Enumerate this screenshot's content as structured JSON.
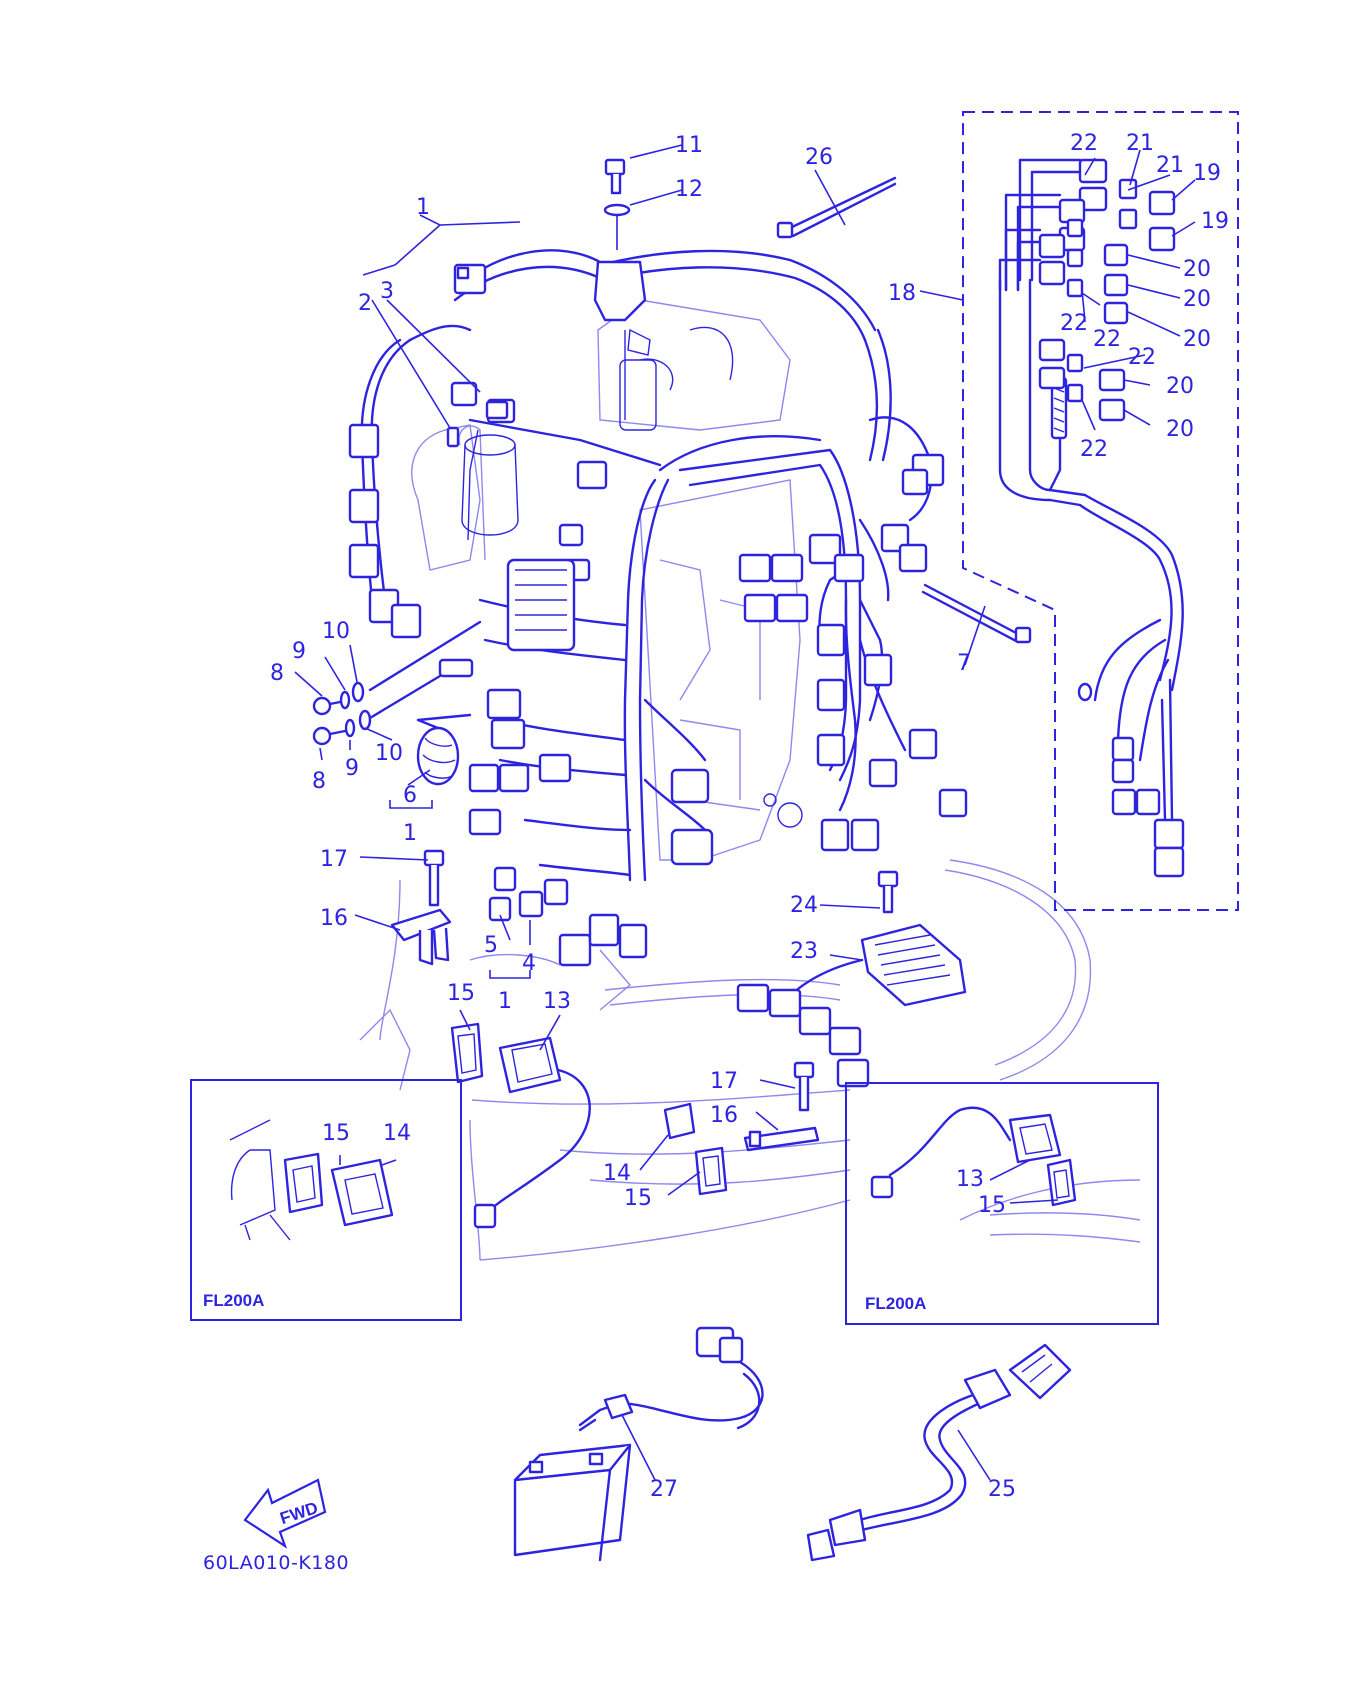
{
  "diagram": {
    "code": "60LA010-K180",
    "fwd_label": "FWD",
    "inset_left_label": "FL200A",
    "inset_right_label": "FL200A"
  },
  "colors": {
    "line": "#2e24e0",
    "background": "#ffffff"
  },
  "callouts": [
    {
      "id": "c1a",
      "text": "1"
    },
    {
      "id": "c2",
      "text": "2"
    },
    {
      "id": "c3",
      "text": "3"
    },
    {
      "id": "c4",
      "text": "4"
    },
    {
      "id": "c5",
      "text": "5"
    },
    {
      "id": "c1b",
      "text": "1"
    },
    {
      "id": "c6",
      "text": "6"
    },
    {
      "id": "c1c",
      "text": "1"
    },
    {
      "id": "c7",
      "text": "7"
    },
    {
      "id": "c8a",
      "text": "8"
    },
    {
      "id": "c8b",
      "text": "8"
    },
    {
      "id": "c9a",
      "text": "9"
    },
    {
      "id": "c9b",
      "text": "9"
    },
    {
      "id": "c10a",
      "text": "10"
    },
    {
      "id": "c10b",
      "text": "10"
    },
    {
      "id": "c11",
      "text": "11"
    },
    {
      "id": "c12",
      "text": "12"
    },
    {
      "id": "c13a",
      "text": "13"
    },
    {
      "id": "c13b",
      "text": "13"
    },
    {
      "id": "c14a",
      "text": "14"
    },
    {
      "id": "c14b",
      "text": "14"
    },
    {
      "id": "c15a",
      "text": "15"
    },
    {
      "id": "c15b",
      "text": "15"
    },
    {
      "id": "c15c",
      "text": "15"
    },
    {
      "id": "c15d",
      "text": "15"
    },
    {
      "id": "c16a",
      "text": "16"
    },
    {
      "id": "c16b",
      "text": "16"
    },
    {
      "id": "c17a",
      "text": "17"
    },
    {
      "id": "c17b",
      "text": "17"
    },
    {
      "id": "c18",
      "text": "18"
    },
    {
      "id": "c19a",
      "text": "19"
    },
    {
      "id": "c19b",
      "text": "19"
    },
    {
      "id": "c20a",
      "text": "20"
    },
    {
      "id": "c20b",
      "text": "20"
    },
    {
      "id": "c20c",
      "text": "20"
    },
    {
      "id": "c20d",
      "text": "20"
    },
    {
      "id": "c20e",
      "text": "20"
    },
    {
      "id": "c21a",
      "text": "21"
    },
    {
      "id": "c21b",
      "text": "21"
    },
    {
      "id": "c22a",
      "text": "22"
    },
    {
      "id": "c22b",
      "text": "22"
    },
    {
      "id": "c22c",
      "text": "22"
    },
    {
      "id": "c22d",
      "text": "22"
    },
    {
      "id": "c22e",
      "text": "22"
    },
    {
      "id": "c23",
      "text": "23"
    },
    {
      "id": "c24",
      "text": "24"
    },
    {
      "id": "c25",
      "text": "25"
    },
    {
      "id": "c26",
      "text": "26"
    },
    {
      "id": "c27",
      "text": "27"
    }
  ]
}
